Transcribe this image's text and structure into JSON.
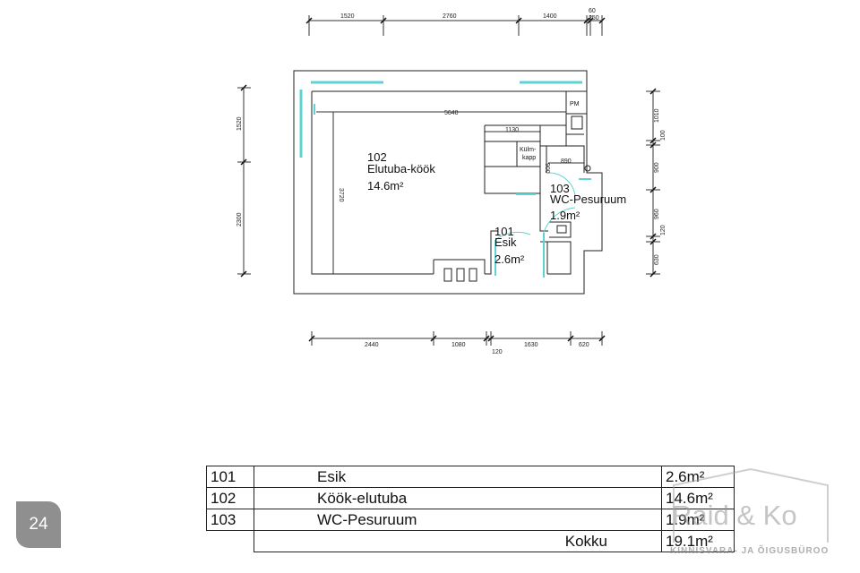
{
  "dimensions": {
    "top": [
      "1520",
      "2760",
      "1400",
      "60",
      "250"
    ],
    "bottom": [
      "2440",
      "1080",
      "120",
      "1630",
      "620"
    ],
    "left": [
      "1520",
      "2300"
    ],
    "right": [
      "1010",
      "100",
      "900",
      "960",
      "120",
      "630"
    ],
    "inner": [
      "5640",
      "1130",
      "3720",
      "890",
      "900"
    ]
  },
  "labels": {
    "pm": "PM",
    "fridge_line1": "Külm-",
    "fridge_line2": "kapp"
  },
  "rooms": [
    {
      "number": "102",
      "name": "Elutuba-köök",
      "area": "14.6m²"
    },
    {
      "number": "103",
      "name": "WC-Pesuruum",
      "area": "1.9m²"
    },
    {
      "number": "101",
      "name": "Esik",
      "area": "2.6m²"
    }
  ],
  "table": {
    "rows": [
      {
        "num": "101",
        "name": "Esik",
        "area": "2.6m²"
      },
      {
        "num": "102",
        "name": "Köök-elutuba",
        "area": "14.6m²"
      },
      {
        "num": "103",
        "name": "WC-Pesuruum",
        "area": "1.9m²"
      }
    ],
    "total_label": "Kokku",
    "total_value": "19.1m²"
  },
  "badge": "24",
  "logo": {
    "name": "Raid & Ko",
    "sub": "KINNISVARA- JA ÕIGUSBÜROO"
  },
  "colors": {
    "window": "#5fd3d3",
    "line": "#333333"
  }
}
